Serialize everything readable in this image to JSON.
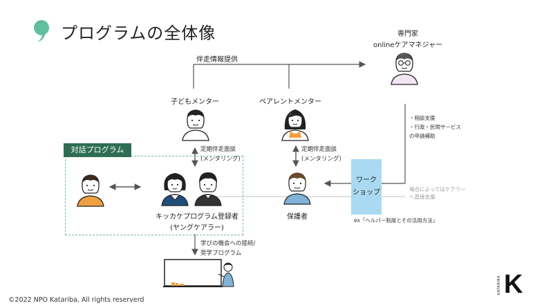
{
  "slide": {
    "title": "プログラムの全体像",
    "footer": "©2022 NPO Katariba, All rights reserverd",
    "logo_text": "KATARIBA",
    "logo_letter": "K"
  },
  "diagram": {
    "expert_line1": "専門家",
    "expert_line2": "onlineケアマネジャー",
    "accompany_info": "伴走情報提供",
    "child_mentor": "子どもメンター",
    "parent_mentor": "ペアレントメンター",
    "notes_support": [
      "・相談支援",
      "・行政・民間サービス",
      "の申請補助"
    ],
    "regular_interview_left": [
      "定期伴走面談",
      "(メンタリング)"
    ],
    "regular_interview_right": [
      "定期伴走面談",
      "(メンタリング)"
    ],
    "dialog_program": "対話プログラム",
    "workshop_line1": "ワーク",
    "workshop_line2": "ショップ",
    "direct_support": [
      "場合によってはケアラー",
      "へ直接支援"
    ],
    "registrant_line1": "キッカケプログラム登録者",
    "registrant_line2": "(ヤングケアラー)",
    "guardian": "保護者",
    "ex_note": "ex「ヘルパー制度とその活用方法」",
    "learning_line1": "学びの機会への接続/",
    "learning_line2": "奨学プログラム"
  },
  "colors": {
    "accent_green": "#2f6e55",
    "dialog_border": "#7bb8a2",
    "workshop_fill": "#a9daf2",
    "person_orange": "#f0a040",
    "gray_arrow": "#cfcfcf"
  }
}
